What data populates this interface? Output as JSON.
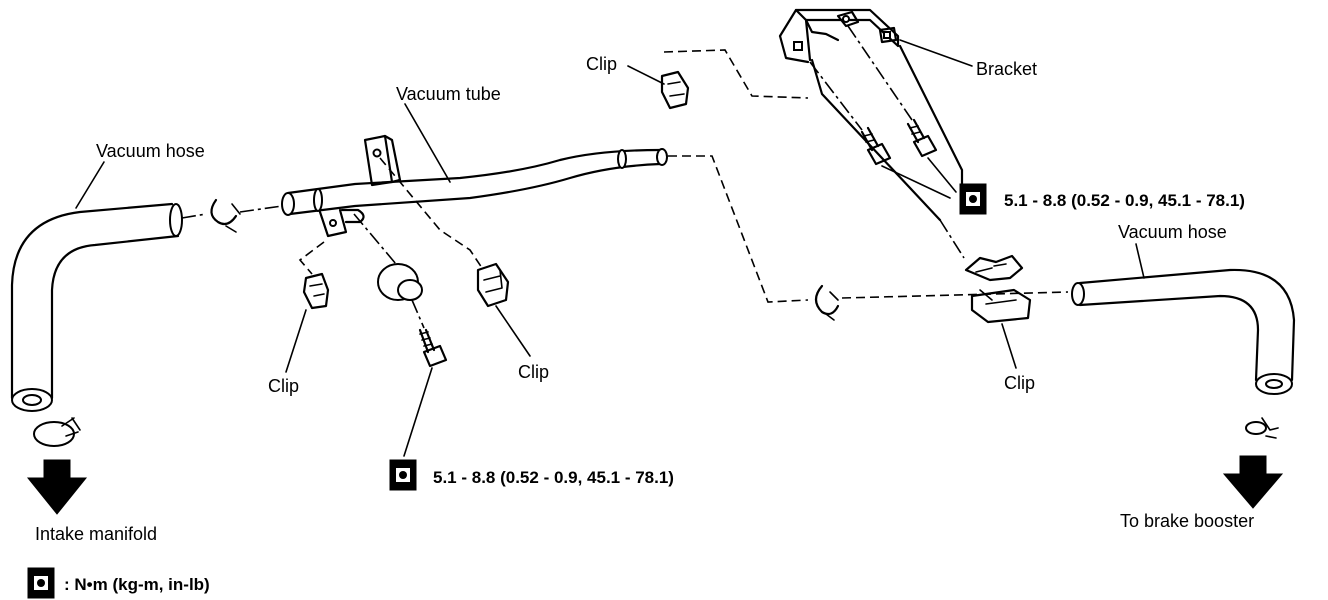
{
  "labels": {
    "vacuum_hose_left": "Vacuum hose",
    "vacuum_tube": "Vacuum tube",
    "clip_top": "Clip",
    "bracket": "Bracket",
    "vacuum_hose_right": "Vacuum hose",
    "clip_left": "Clip",
    "clip_center": "Clip",
    "clip_right": "Clip",
    "intake_manifold": "Intake manifold",
    "brake_booster": "To brake booster"
  },
  "torque": {
    "bracket_bolts": "5.1 - 8.8 (0.52 - 0.9, 45.1 - 78.1)",
    "tube_bolt": "5.1 - 8.8 (0.52 - 0.9, 45.1 - 78.1)"
  },
  "legend": {
    "unit_text": ": N•m (kg-m, in-lb)"
  },
  "icons": {
    "torque": "torque-wrench-icon",
    "direction": "arrow-down-icon"
  }
}
